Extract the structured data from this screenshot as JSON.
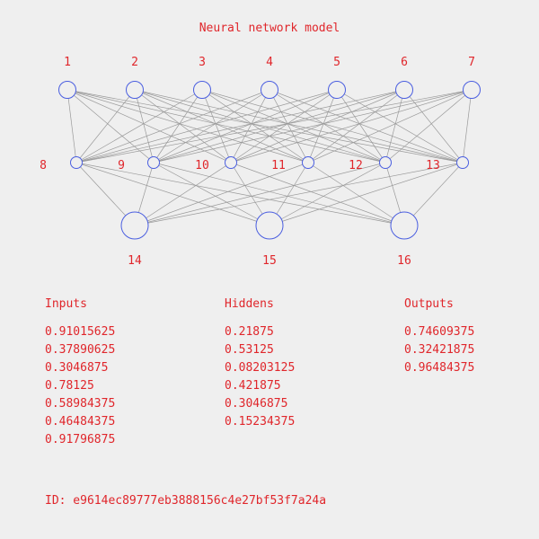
{
  "title": "Neural network model",
  "layers": {
    "inputs": [
      "1",
      "2",
      "3",
      "4",
      "5",
      "6",
      "7"
    ],
    "hiddens": [
      "8",
      "9",
      "10",
      "11",
      "12",
      "13"
    ],
    "outputs": [
      "14",
      "15",
      "16"
    ]
  },
  "colors": {
    "text": "#e0262b",
    "node": "#4a5ee0",
    "edge": "#9a9a9a",
    "background": "#efefef"
  },
  "values": {
    "inputs_header": "Inputs",
    "inputs": [
      "0.91015625",
      "0.37890625",
      "0.3046875",
      "0.78125",
      "0.58984375",
      "0.46484375",
      "0.91796875"
    ],
    "hiddens_header": "Hiddens",
    "hiddens": [
      "0.21875",
      "0.53125",
      "0.08203125",
      "0.421875",
      "0.3046875",
      "0.15234375"
    ],
    "outputs_header": "Outputs",
    "outputs": [
      "0.74609375",
      "0.32421875",
      "0.96484375"
    ]
  },
  "id_text": "ID: e9614ec89777eb3888156c4e27bf53f7a24a"
}
